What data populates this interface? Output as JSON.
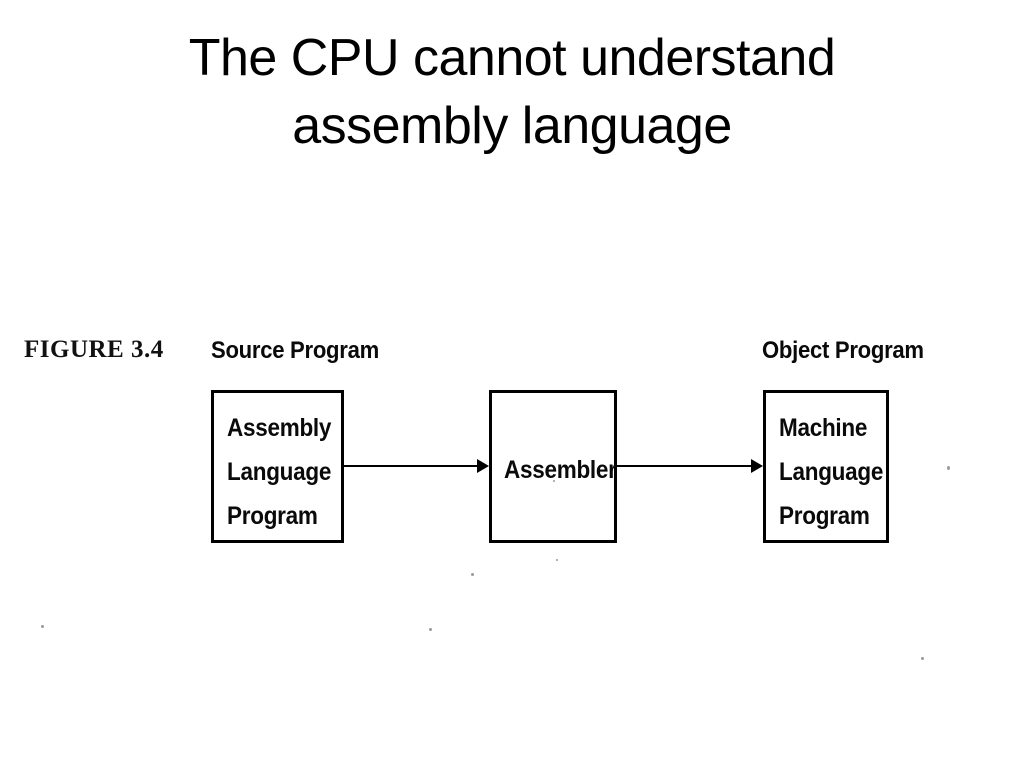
{
  "slide": {
    "title": "The CPU cannot understand\nassembly language"
  },
  "figure": {
    "label": "FIGURE 3.4",
    "source_caption": "Source Program",
    "object_caption": "Object Program",
    "boxes": [
      {
        "name": "source-program-box",
        "text": "Assembly\nLanguage\nProgram"
      },
      {
        "name": "assembler-box",
        "text": "Assembler"
      },
      {
        "name": "object-program-box",
        "text": "Machine\nLanguage\nProgram"
      }
    ],
    "arrows": [
      {
        "name": "arrow-source-to-assembler"
      },
      {
        "name": "arrow-assembler-to-object"
      }
    ]
  },
  "colors": {
    "background": "#ffffff",
    "ink": "#000000"
  }
}
